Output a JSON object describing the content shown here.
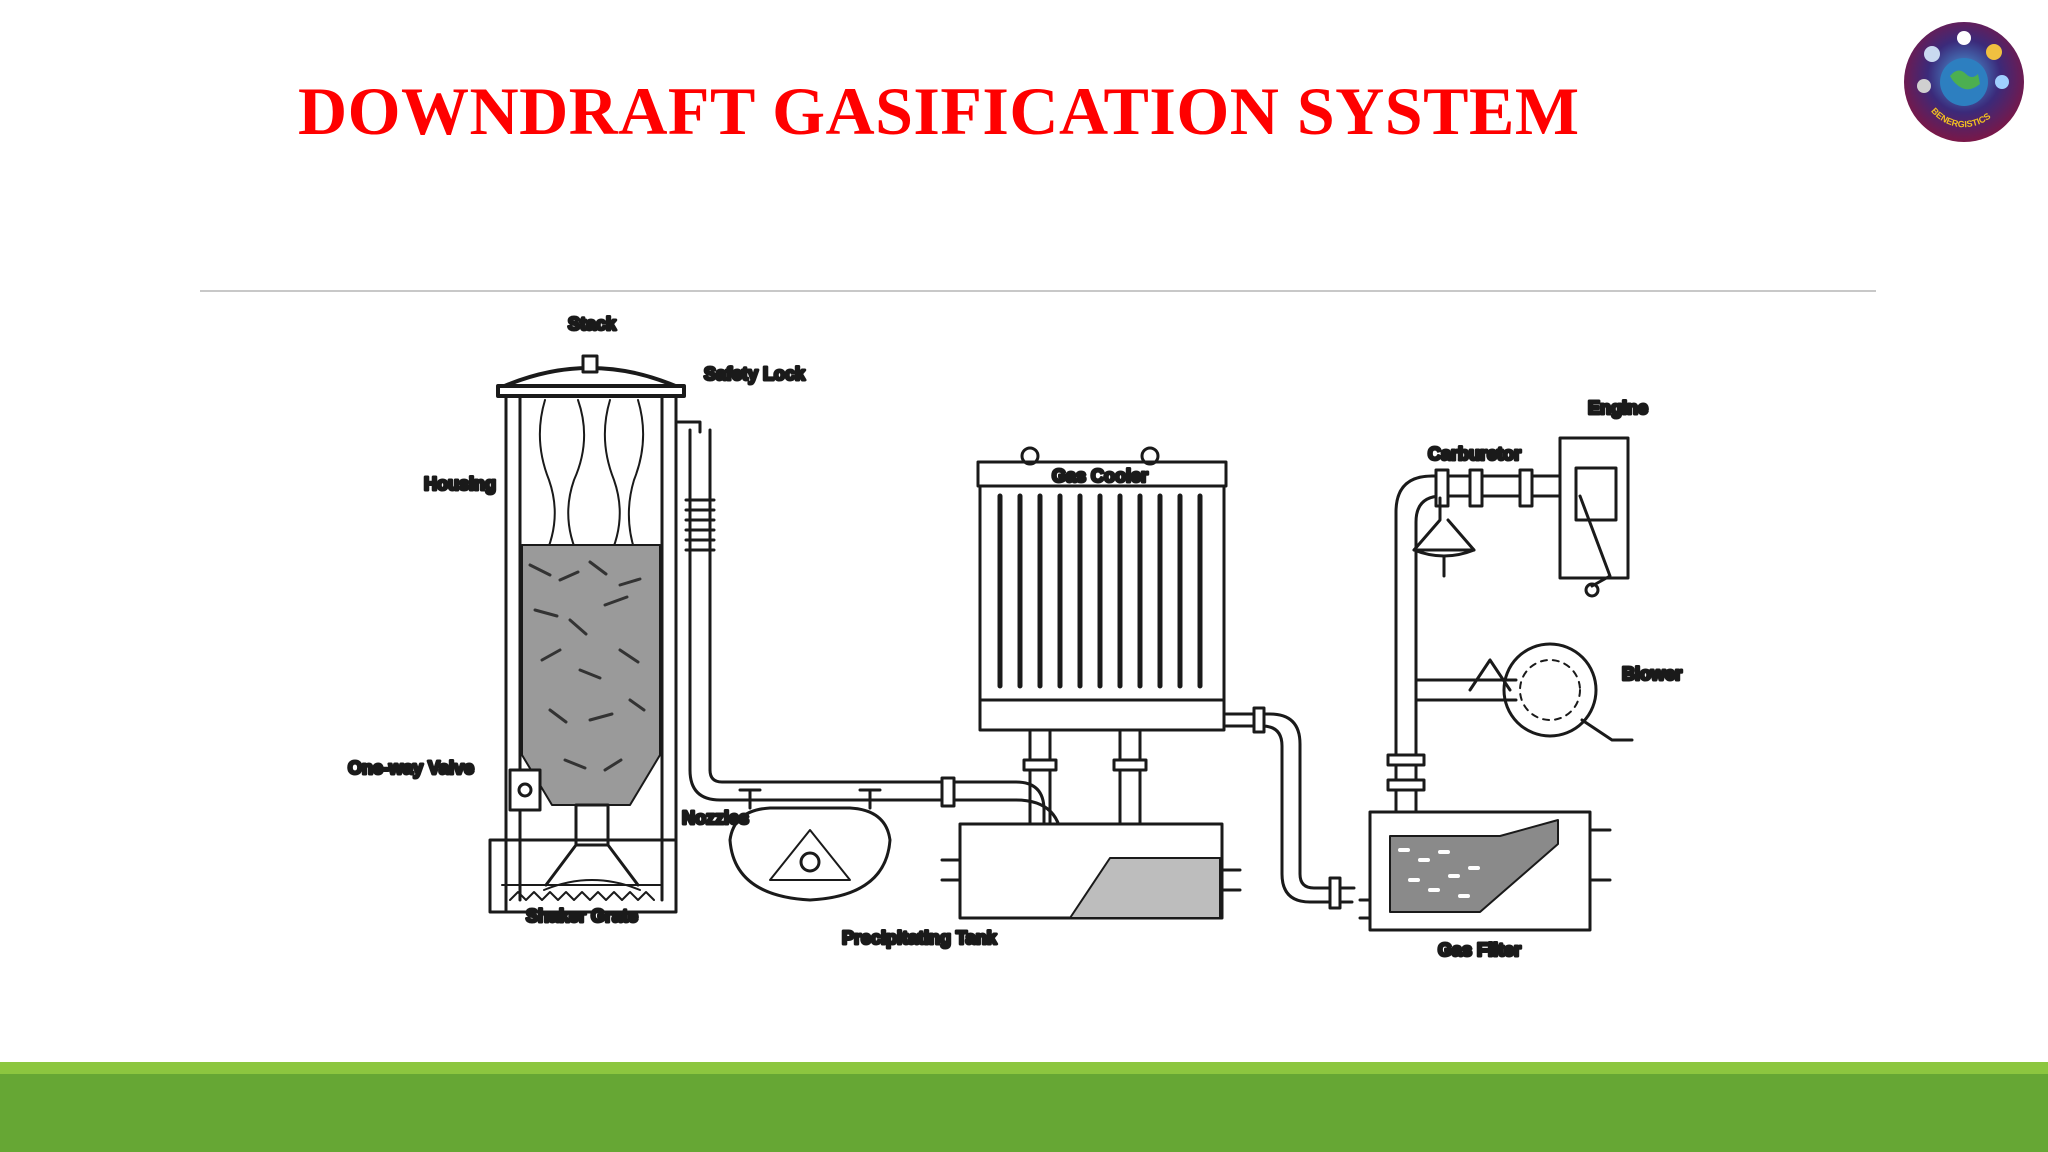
{
  "slide": {
    "title": "DOWNDRAFT GASIFICATION SYSTEM",
    "accent_color": "#ff0000",
    "footer_color": "#66a734",
    "logo": {
      "icon": "globe-logo-icon",
      "text": "BENERGISTICS"
    }
  },
  "diagram": {
    "labels": {
      "stack": "Stack",
      "safety_lock": "Safety Lock",
      "housing": "Housing",
      "one_way_valve": "One-way Valve",
      "nozzles": "Nozzles",
      "shaker_grate": "Shaker Grate",
      "precipitating_tank": "Precipitating Tank",
      "gas_cooler": "Gas Cooler",
      "gas_filter": "Gas Filter",
      "carburetor": "Carburetor",
      "engine": "Engine",
      "blower": "Blower"
    }
  }
}
